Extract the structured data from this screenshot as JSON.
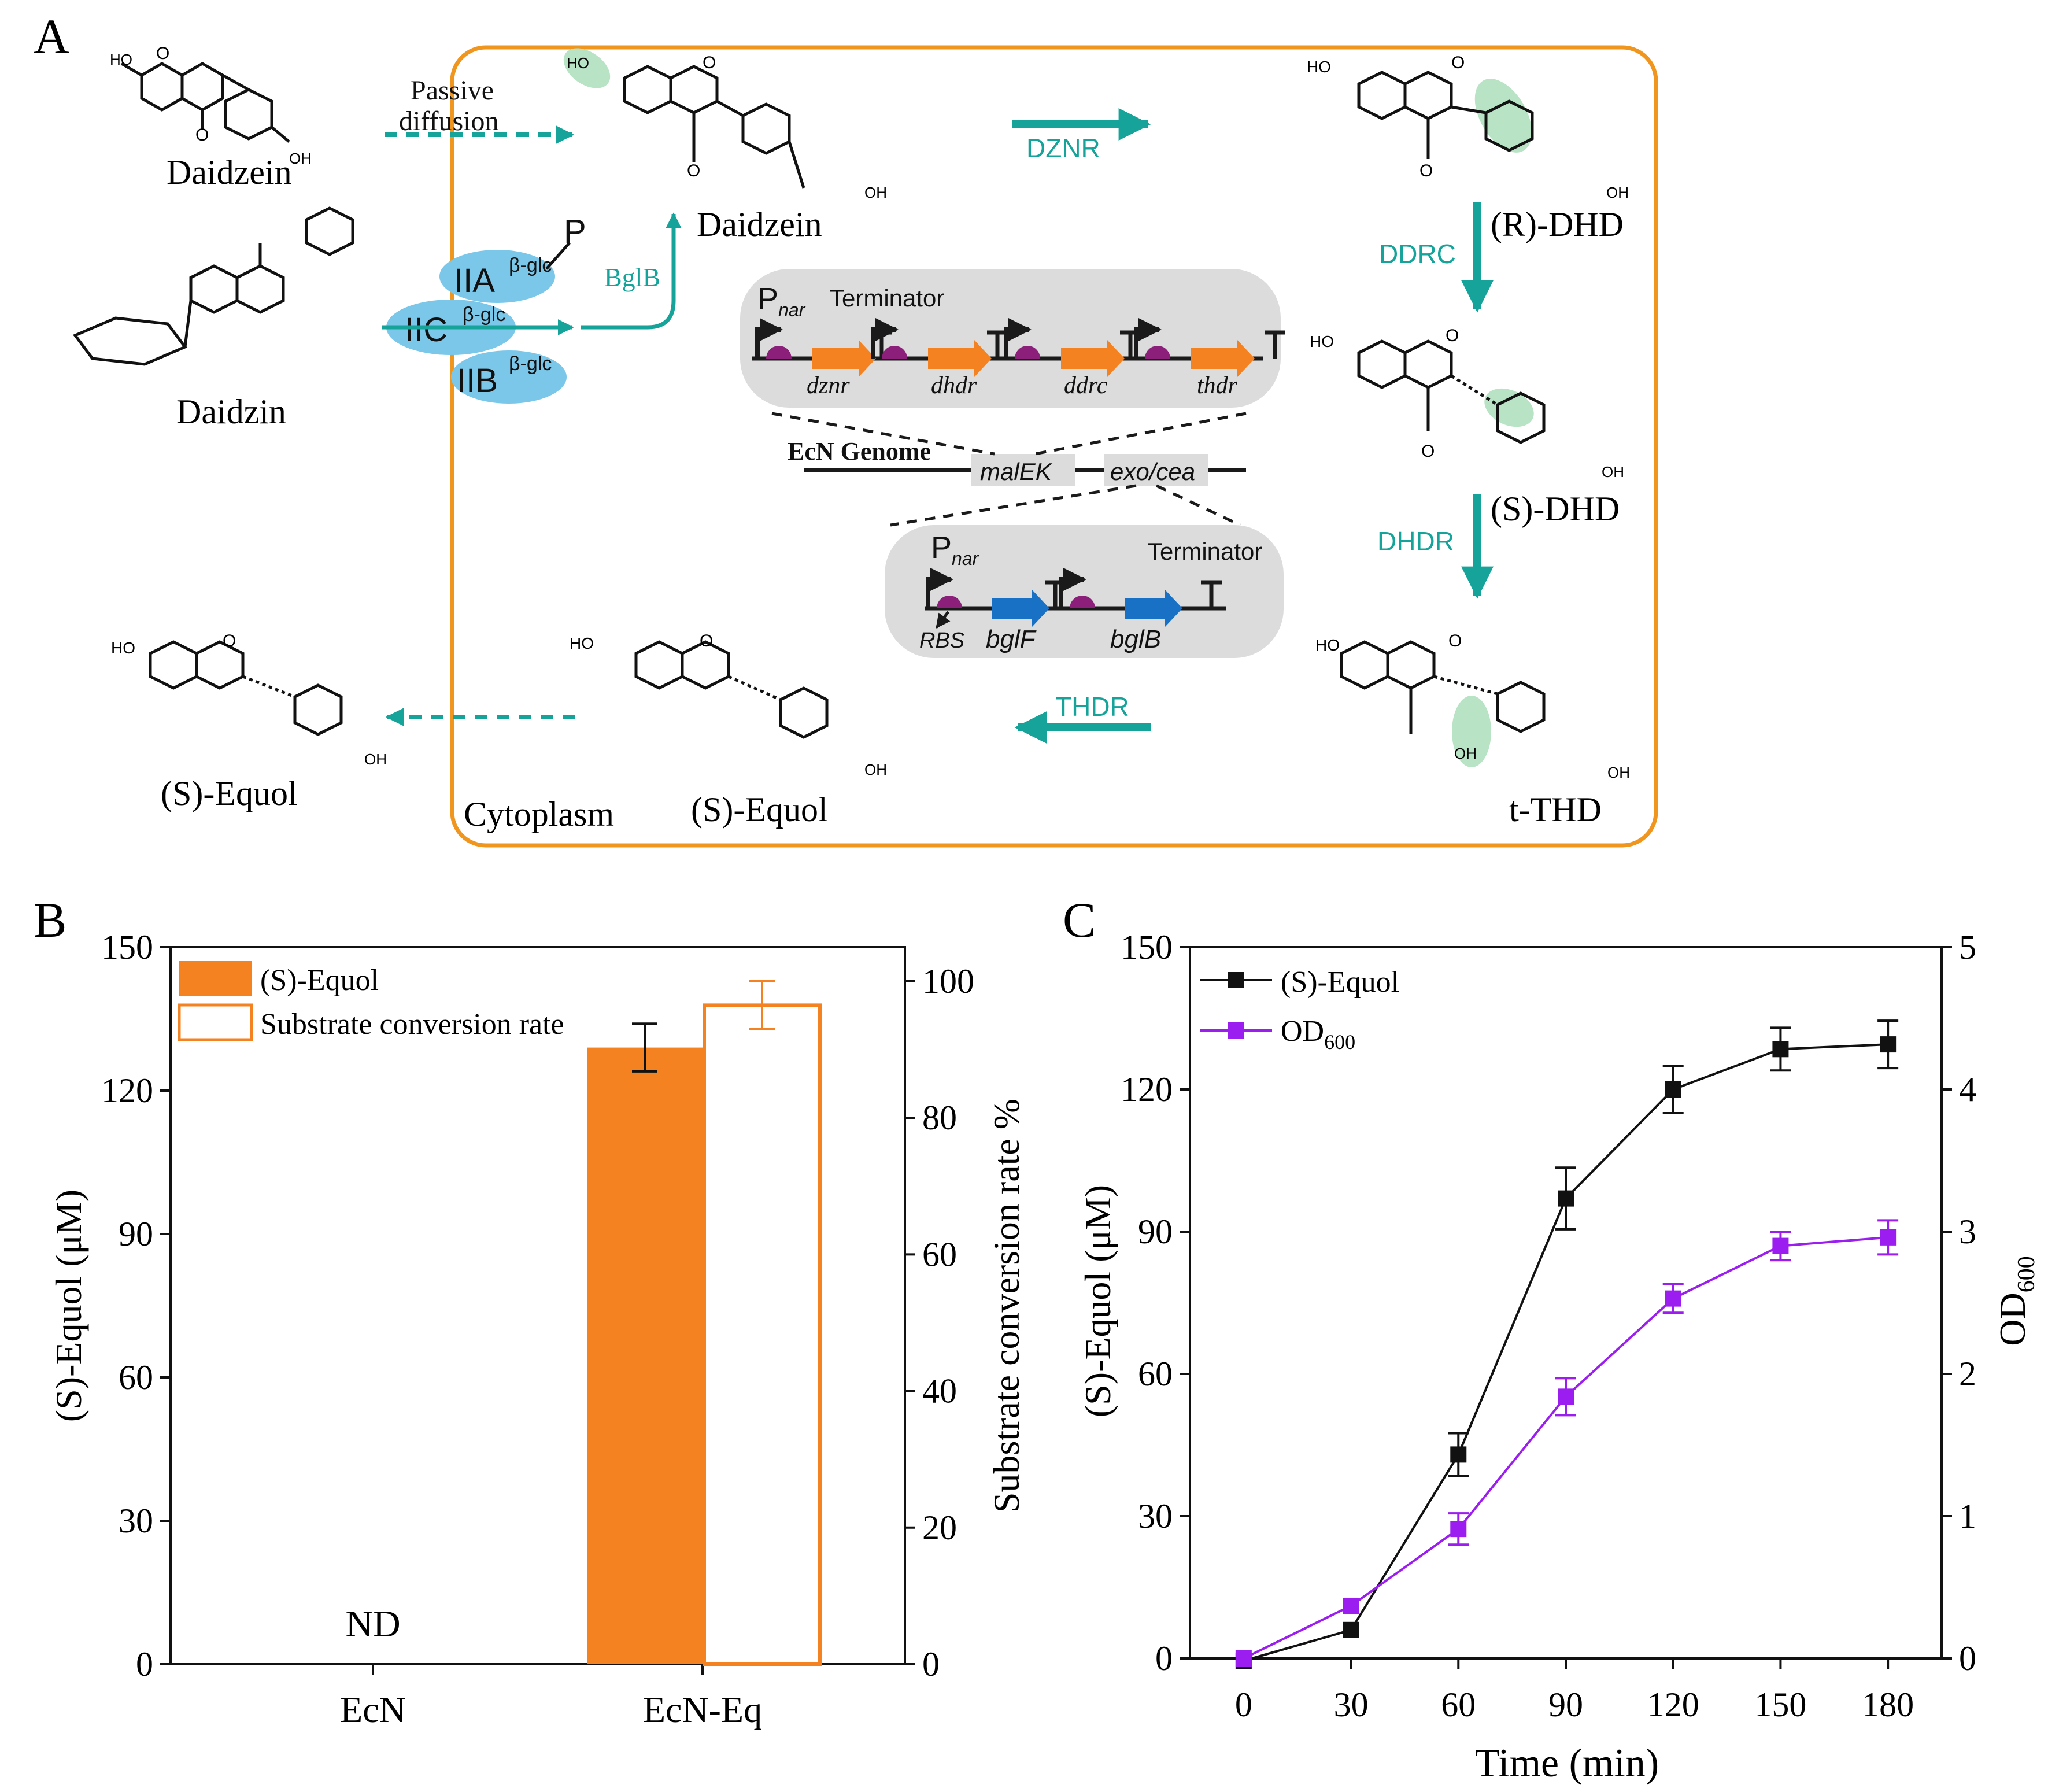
{
  "panels": {
    "A": "A",
    "B": "B",
    "C": "C"
  },
  "colors": {
    "cell_border": "#f0961e",
    "teal": "#15a39a",
    "orange": "#f58220",
    "blue": "#1871c4",
    "light_blue": "#7ac7ea",
    "purple": "#9b1df0",
    "gray_box": "#dcdcdc",
    "green_highlight": "#b8e3c5",
    "rbs_purple": "#8b1f7a"
  },
  "pathway": {
    "outside_daidzein": "Daidzein",
    "passive_diffusion_line1": "Passive",
    "passive_diffusion_line2": "diffusion",
    "daidzin": "Daidzin",
    "pts_IIA": "IIA",
    "pts_IIB": "IIB",
    "pts_IIC": "IIC",
    "pts_sup": "β-glc",
    "phosphate": "P",
    "bglB_enzyme": "BglB",
    "inside_daidzein": "Daidzein",
    "dznr": "DZNR",
    "r_dhd": "(R)-DHD",
    "ddrc": "DDRC",
    "s_dhd": "(S)-DHD",
    "dhdr": "DHDR",
    "t_thd": "t-THD",
    "thdr": "THDR",
    "inside_equol": "(S)-Equol",
    "outside_equol": "(S)-Equol",
    "cytoplasm": "Cytoplasm",
    "oh": "OH",
    "ho": "HO",
    "o": "O"
  },
  "genetics": {
    "pnar": "P",
    "pnar_sub": "nar",
    "terminator": "Terminator",
    "genes_top": [
      "dznr",
      "dhdr",
      "ddrc",
      "thdr"
    ],
    "genome_label": "EcN Genome",
    "locus1": "malEK",
    "locus2": "exo/cea",
    "rbs": "RBS",
    "genes_bottom": [
      "bglF",
      "bglB"
    ]
  },
  "chart_data": [
    {
      "type": "bar",
      "panel": "B",
      "categories": [
        "EcN",
        "EcN-Eq"
      ],
      "series": [
        {
          "name": "(S)-Equol",
          "values": [
            0,
            129
          ],
          "errors": [
            0,
            5
          ],
          "axis": "left",
          "style": "filled"
        },
        {
          "name": "Substrate conversion rate",
          "values": [
            0,
            96.5
          ],
          "errors": [
            0,
            3.5
          ],
          "axis": "right",
          "style": "outline"
        }
      ],
      "ylabel": "(S)-Equol (μM)",
      "ylabel2": "Substrate conversion rate %",
      "ylim": [
        0,
        150
      ],
      "yticks": [
        0,
        30,
        60,
        90,
        120,
        150
      ],
      "ylim2": [
        0,
        105
      ],
      "yticks2": [
        0,
        20,
        40,
        60,
        80,
        100
      ],
      "annotation": "ND",
      "legend_position": "top-left"
    },
    {
      "type": "line",
      "panel": "C",
      "x": [
        0,
        30,
        60,
        90,
        120,
        150,
        180
      ],
      "series": [
        {
          "name": "(S)-Equol",
          "values": [
            -0.5,
            6,
            43,
            97,
            120,
            128.5,
            129.5
          ],
          "errors": [
            0,
            0,
            4.5,
            6.5,
            5,
            4.5,
            5
          ],
          "axis": "left"
        },
        {
          "name": "OD600",
          "values": [
            0,
            0.37,
            0.91,
            1.84,
            2.53,
            2.9,
            2.96
          ],
          "errors": [
            0,
            0,
            0.11,
            0.13,
            0.1,
            0.1,
            0.12
          ],
          "axis": "right"
        }
      ],
      "xlabel": "Time (min)",
      "ylabel": "(S)-Equol (μM)",
      "ylabel2": "OD600",
      "xlim": [
        -15,
        195
      ],
      "xticks": [
        0,
        30,
        60,
        90,
        120,
        150,
        180
      ],
      "ylim": [
        0,
        150
      ],
      "yticks": [
        0,
        30,
        60,
        90,
        120,
        150
      ],
      "ylim2": [
        0,
        5
      ],
      "yticks2": [
        0,
        1,
        2,
        3,
        4,
        5
      ],
      "legend_position": "top-left"
    }
  ]
}
